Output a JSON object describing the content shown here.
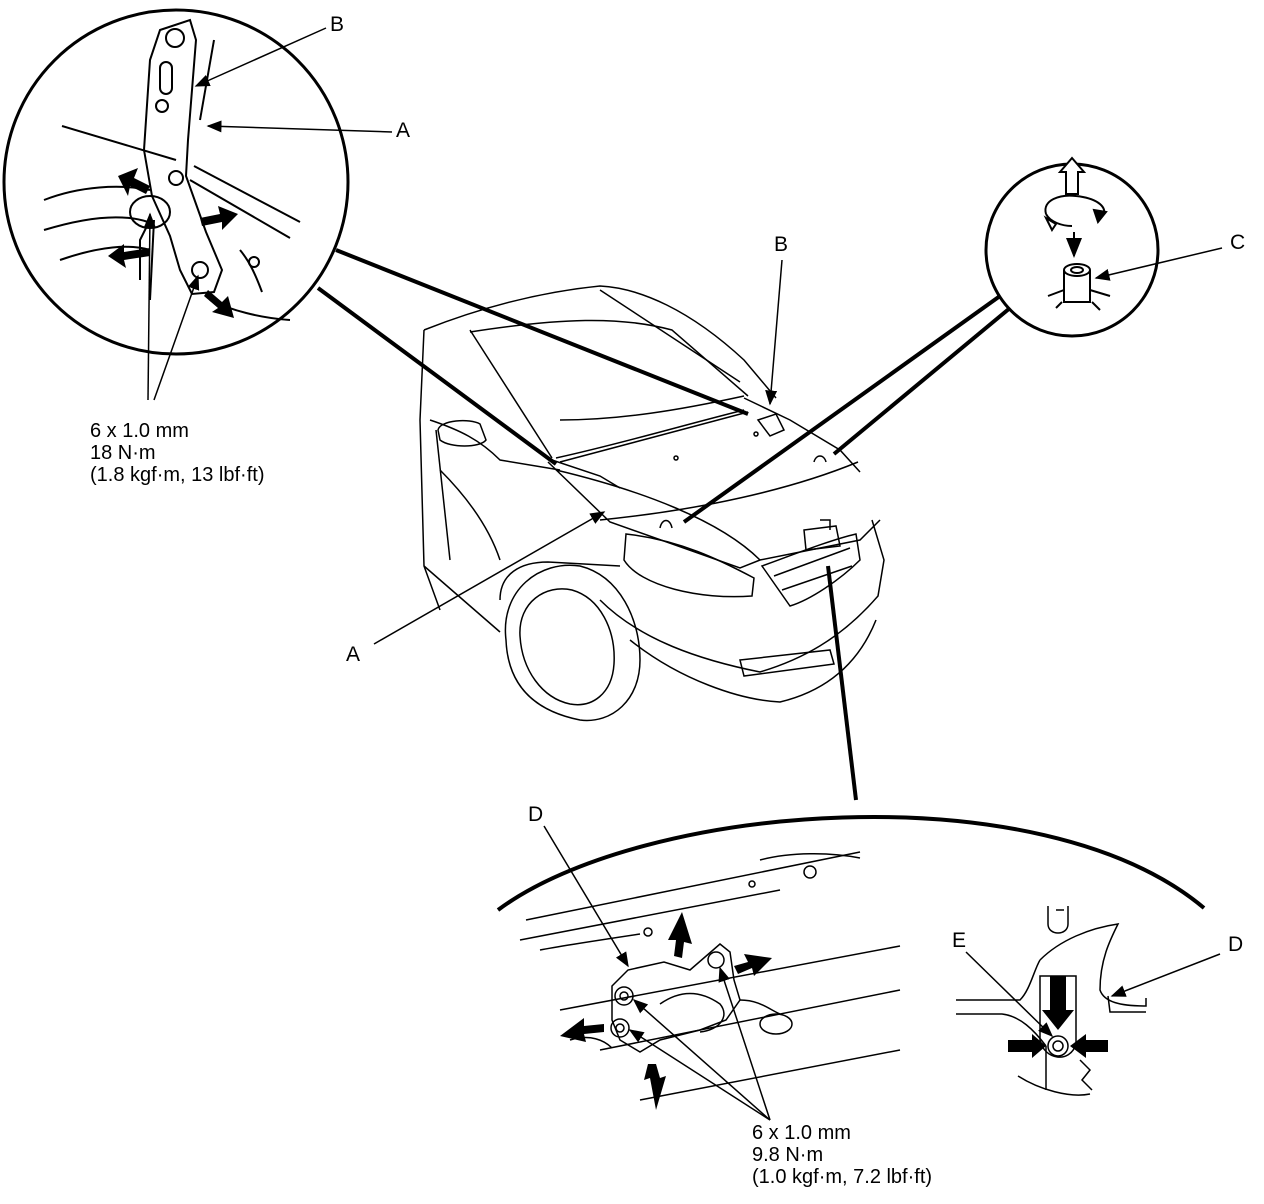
{
  "labels": {
    "hinge_b": "B",
    "hinge_a": "A",
    "car_b": "B",
    "car_a": "A",
    "bumper_c": "C",
    "latch_d": "D",
    "latch_detail_d": "D",
    "latch_detail_e": "E"
  },
  "specs": {
    "hinge_bolt": {
      "size": "6 x 1.0 mm",
      "torque": "18 N·m",
      "alt": "(1.8 kgf·m, 13 lbf·ft)"
    },
    "latch_bolt": {
      "size": "6 x 1.0 mm",
      "torque": "9.8 N·m",
      "alt": "(1.0 kgf·m, 7.2 lbf·ft)"
    }
  },
  "colors": {
    "ink": "#000000",
    "paper": "#ffffff"
  }
}
